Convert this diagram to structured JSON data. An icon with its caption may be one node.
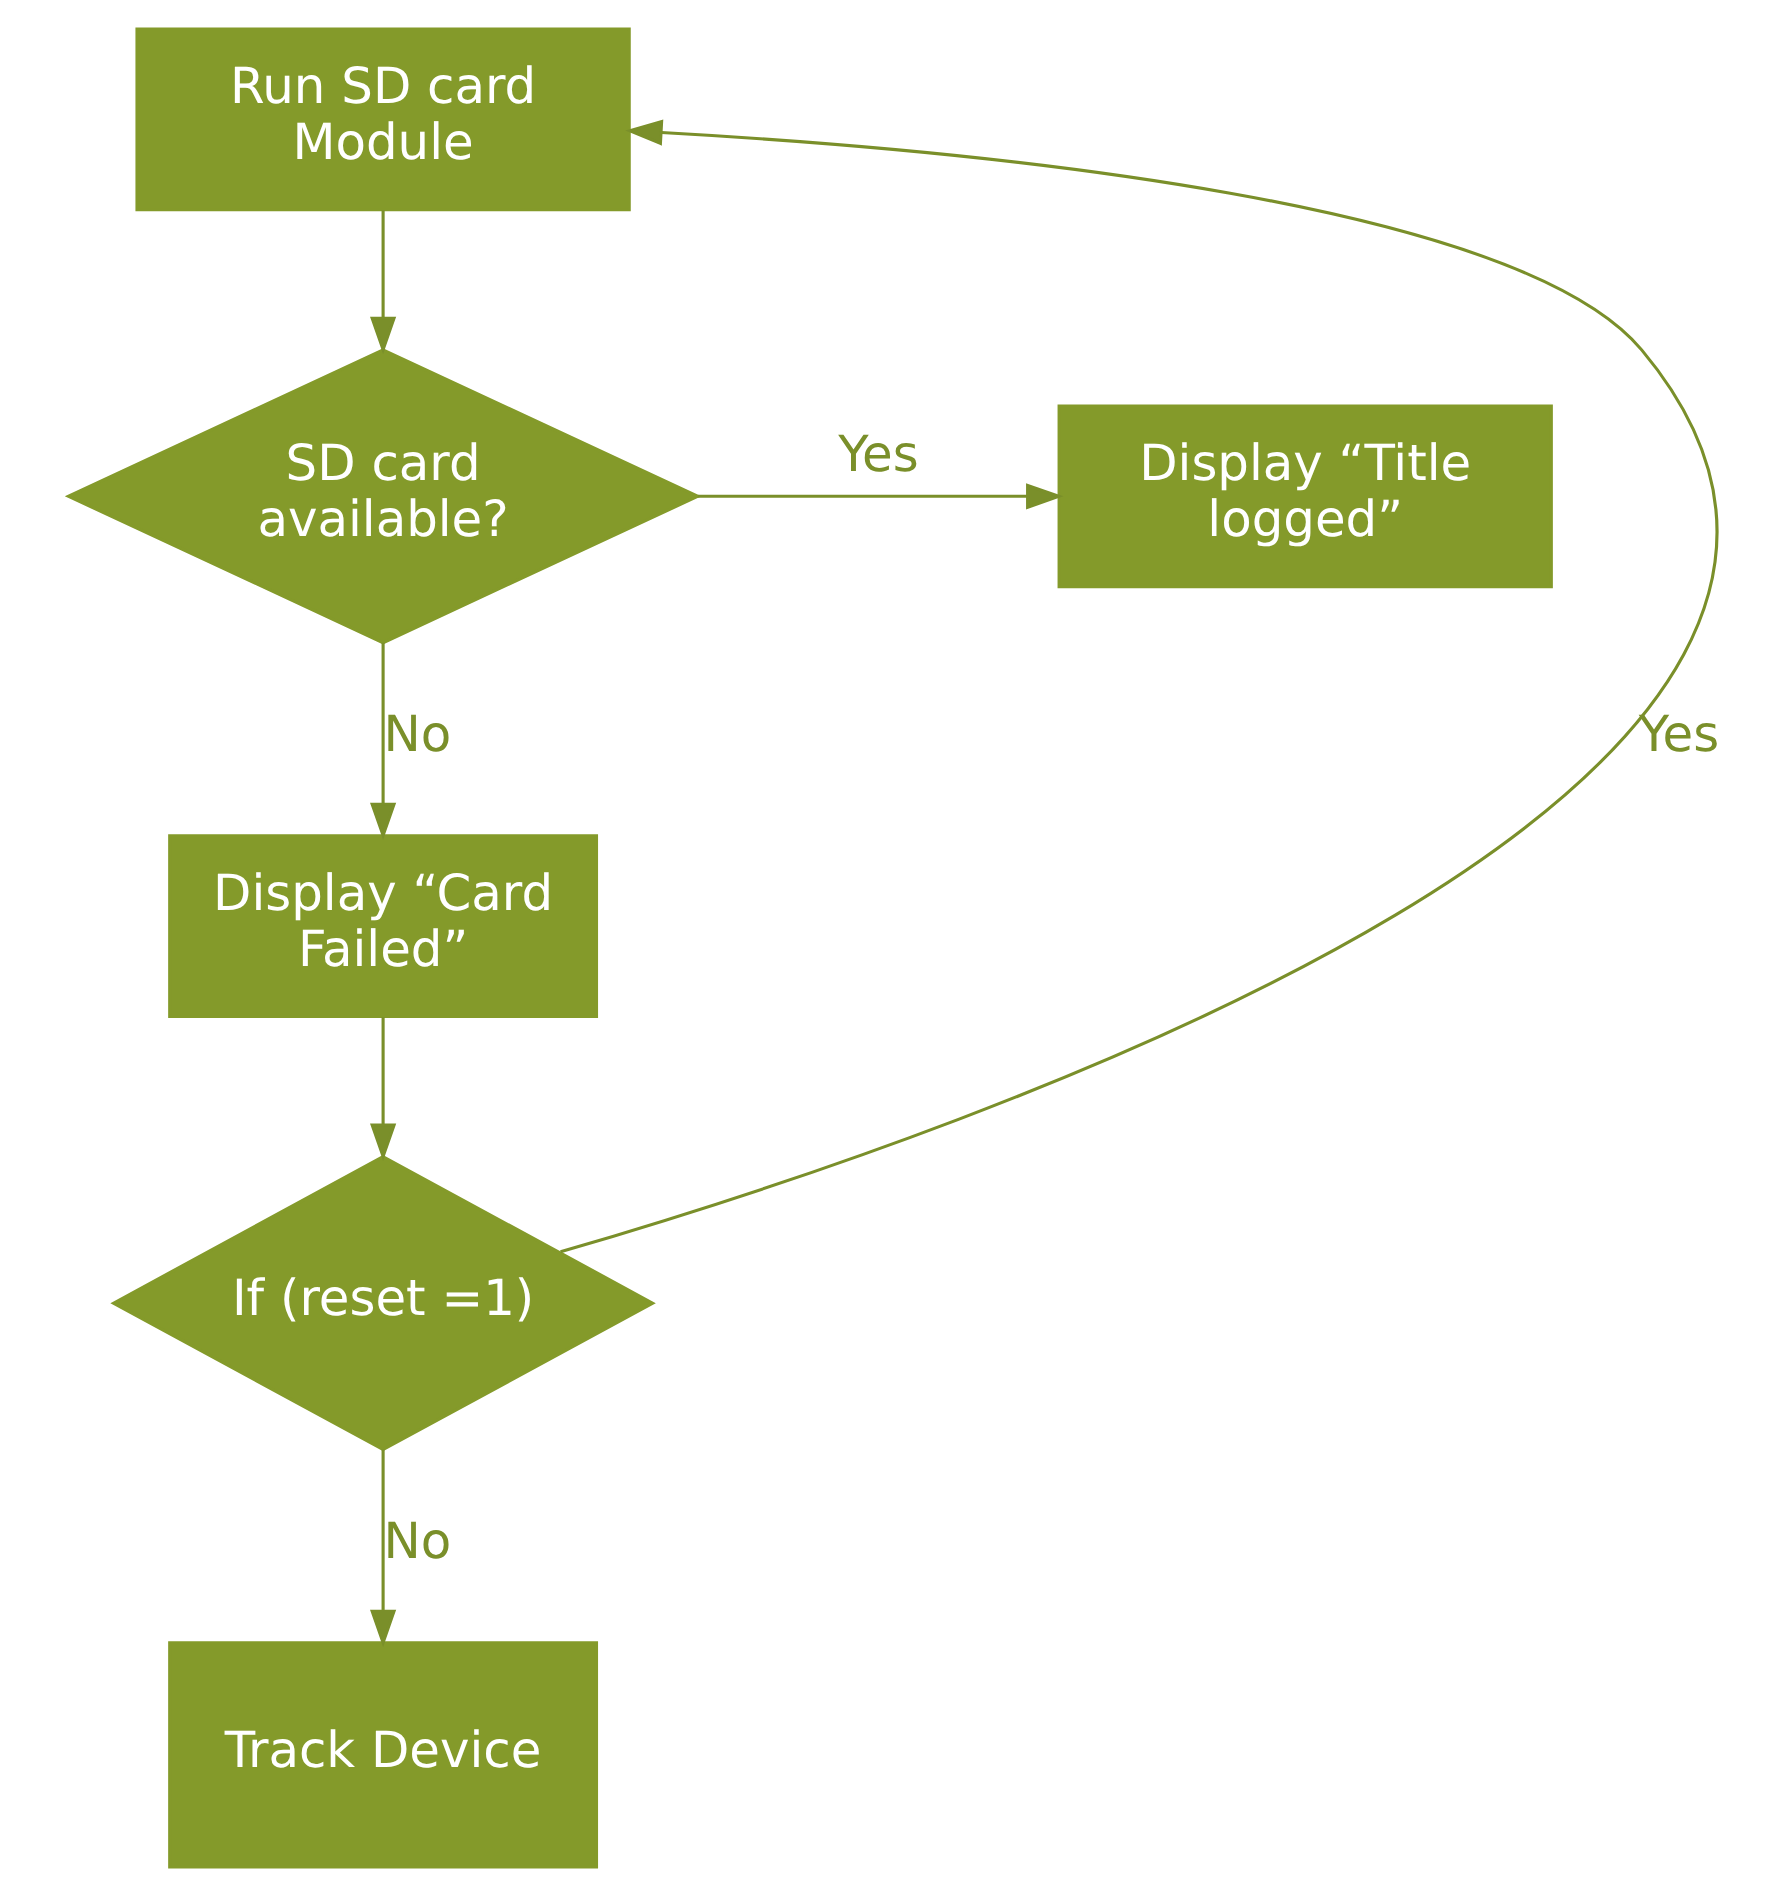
{
  "diagram": {
    "nodes": [
      {
        "text": [
          "Run SD card Module"
        ]
      },
      {
        "text": [
          "SD card available?"
        ]
      },
      {
        "text": [
          "Display “Title logged”"
        ]
      },
      {
        "text": [
          "Display “Card Failed”"
        ]
      },
      {
        "text": [
          "If (reset =1)"
        ]
      },
      {
        "text": [
          "Track Device"
        ]
      }
    ],
    "edges": [
      {
        "from": 0,
        "to": 1,
        "arrow": "to"
      },
      {
        "from": 1,
        "to": 2,
        "arrow": "to",
        "label": "Yes"
      },
      {
        "from": 1,
        "to": 3,
        "arrow": "to",
        "label": "No"
      },
      {
        "from": 3,
        "to": 4,
        "arrow": "to"
      },
      {
        "from": 4,
        "to": 0,
        "arrow": "to",
        "label": "Yes"
      },
      {
        "from": 4,
        "to": 5,
        "arrow": "to",
        "label": "No"
      }
    ]
  }
}
